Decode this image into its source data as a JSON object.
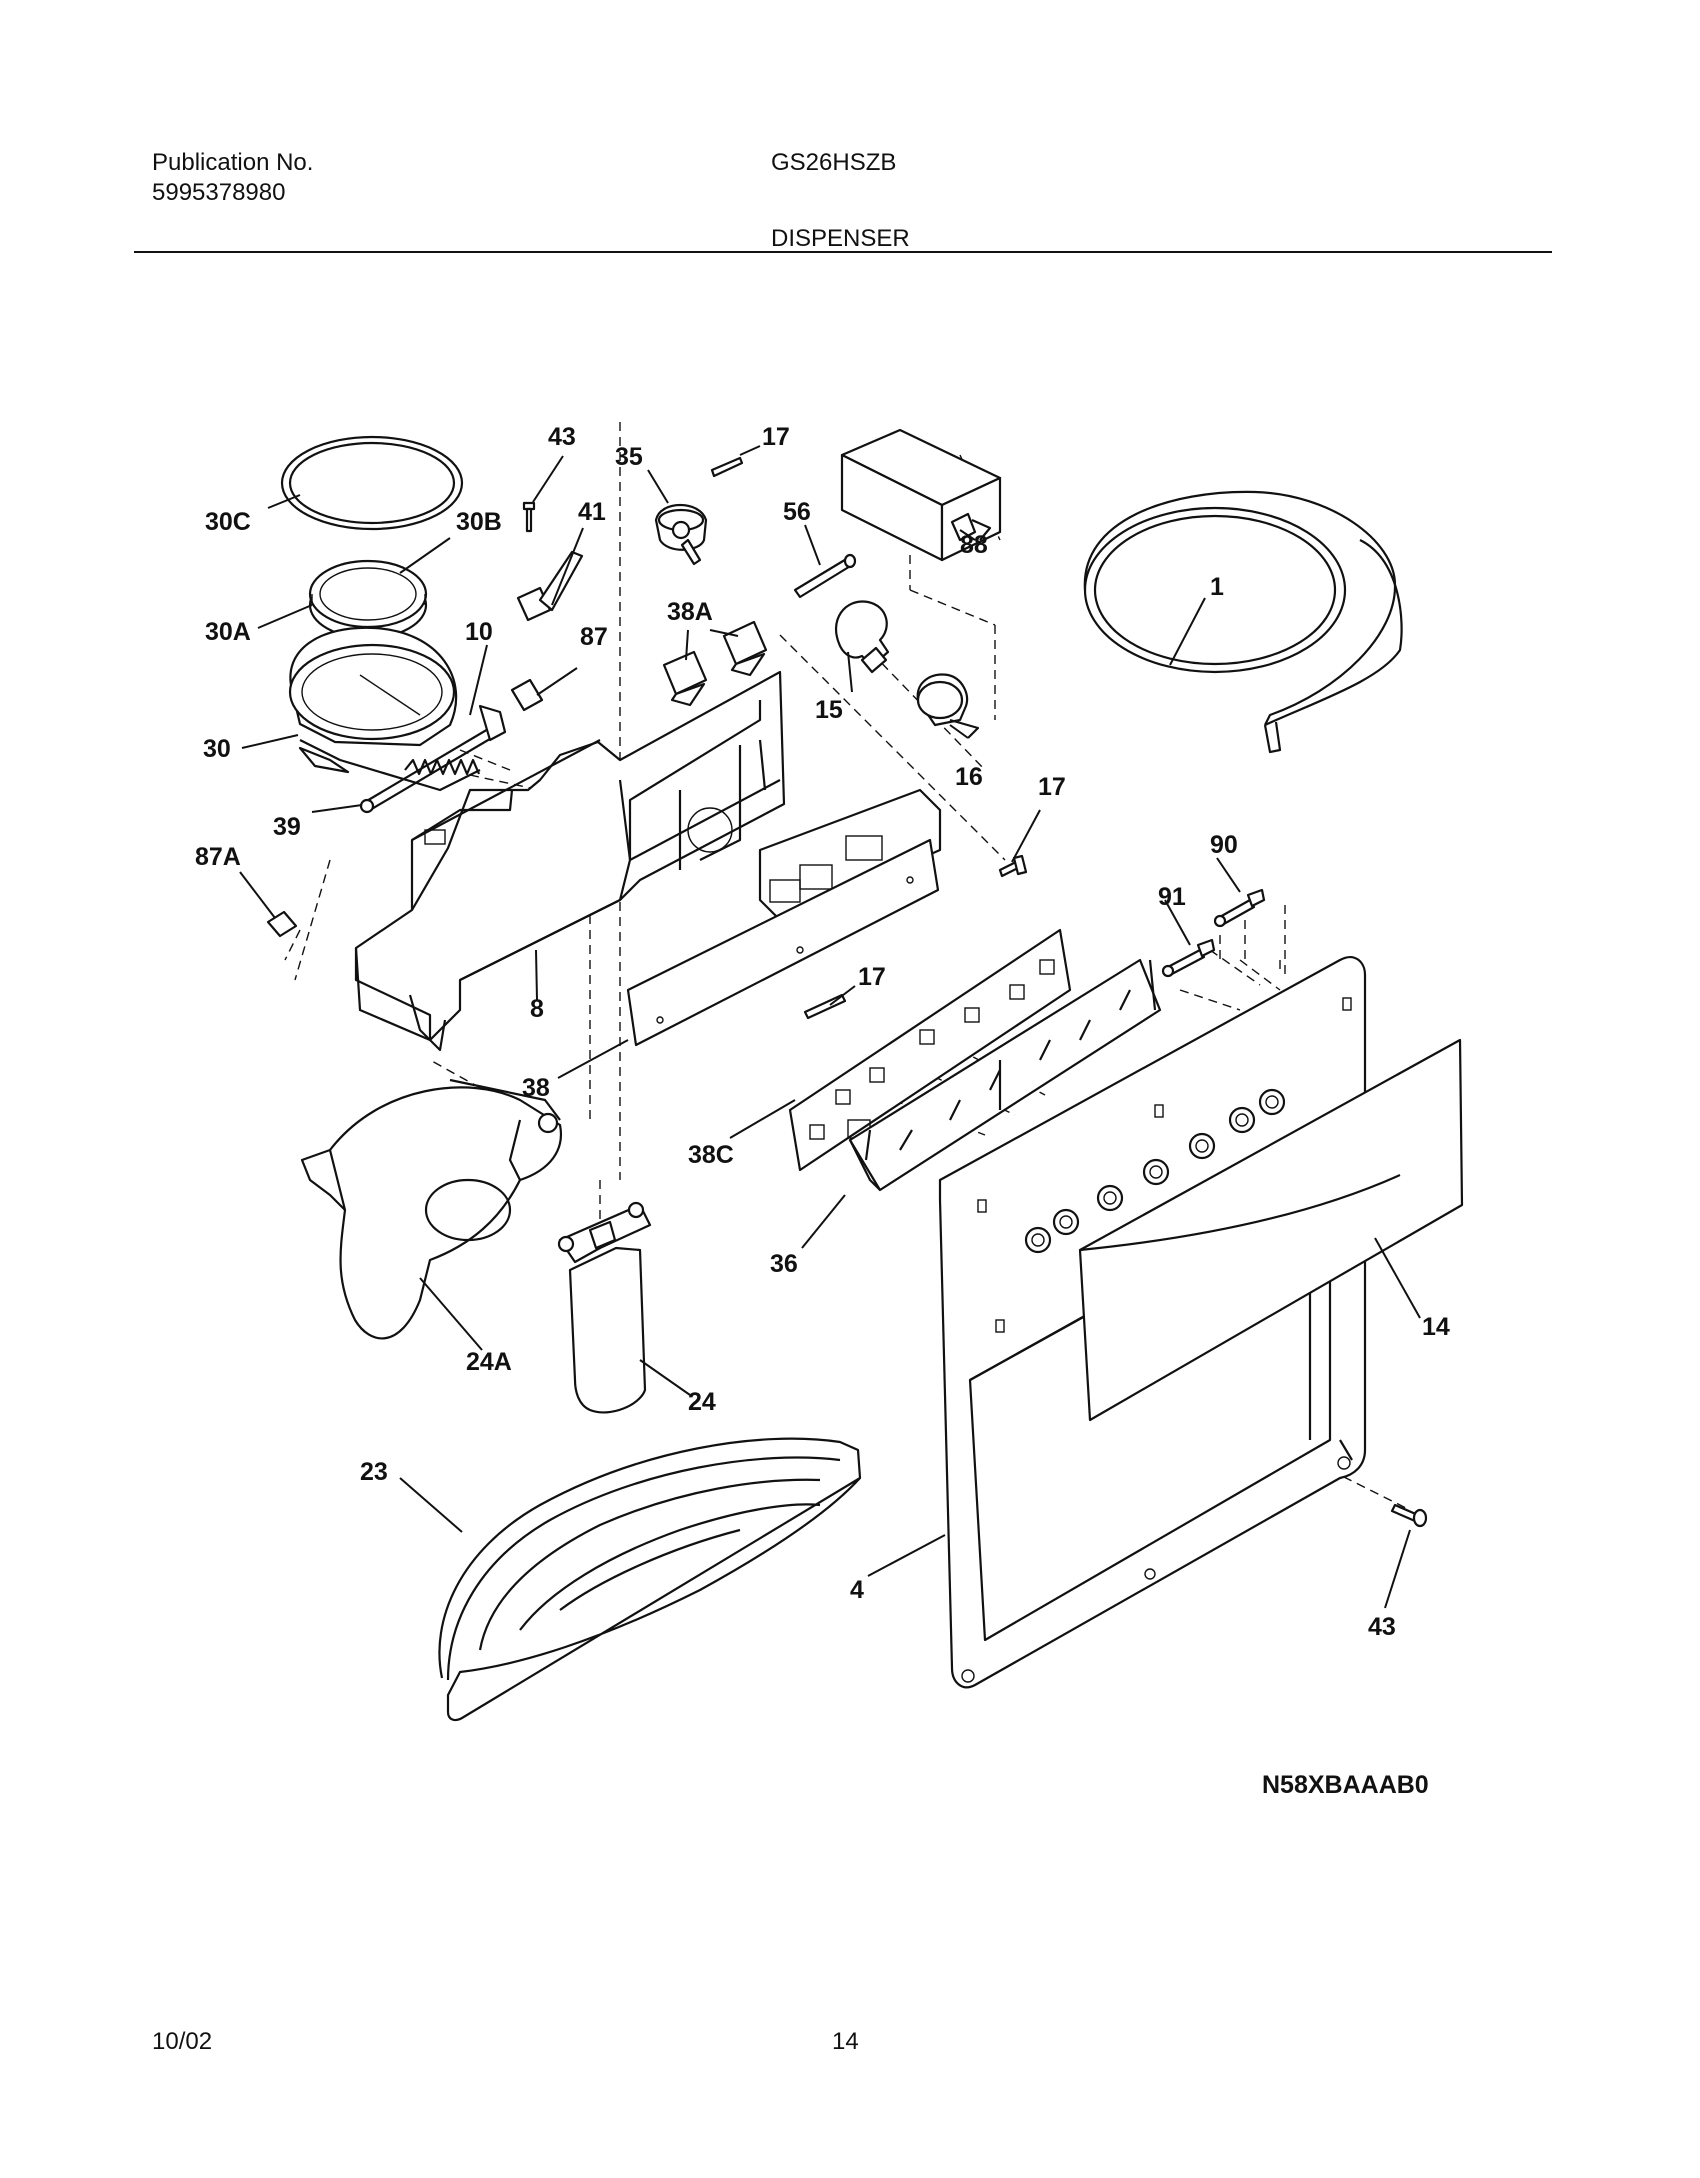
{
  "header": {
    "publication_label": "Publication No.",
    "publication_number": "5995378980",
    "model": "GS26HSZB",
    "section": "DISPENSER"
  },
  "footer": {
    "date": "10/02",
    "page": "14"
  },
  "diagram": {
    "code": "N58XBAAAB0",
    "callouts": [
      "43",
      "35",
      "17",
      "56",
      "88",
      "1",
      "30C",
      "30B",
      "41",
      "38A",
      "30A",
      "10",
      "87",
      "15",
      "16",
      "30",
      "39",
      "17",
      "87A",
      "90",
      "91",
      "8",
      "17",
      "38",
      "38C",
      "36",
      "14",
      "24A",
      "24",
      "23",
      "4",
      "43"
    ]
  }
}
